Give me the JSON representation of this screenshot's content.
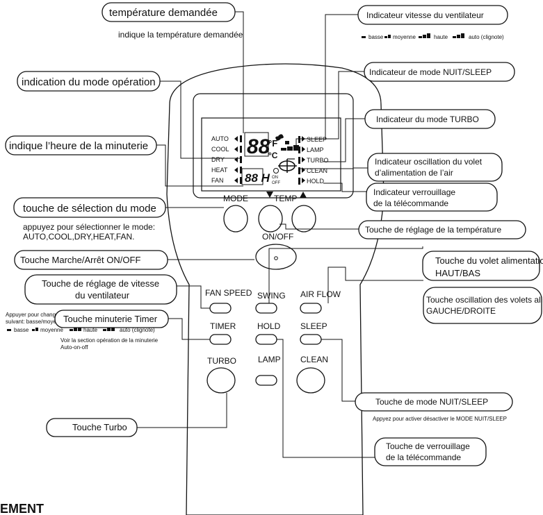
{
  "callouts": {
    "temp_requested": "température demandée",
    "temp_requested_desc": "indique la température demandée",
    "op_mode": "indication du mode opération",
    "timer_time": "indique l’heure de la minuterie",
    "mode_select": "touche de sélection du mode",
    "mode_select_desc1": "appuyez pour sélectionner le mode:",
    "mode_select_desc2": "AUTO,COOL,DRY,HEAT,FAN.",
    "on_off": "Touche Marche/Arrêt ON/OFF",
    "fan_speed_1": "Touche de réglage de vitesse",
    "fan_speed_2": "du ventilateur",
    "fan_speed_desc1": "Appuyer pour changer la vitesse du ventilateur dans l’orde",
    "fan_speed_desc2": "suivant: basse/moyenne/haute/auto",
    "timer": "Touche minuterie Timer",
    "timer_desc1": "Voir la section opération de la minuterie",
    "timer_desc2": "Auto-on-off",
    "turbo": "Touche Turbo",
    "fan_indicator": "Indicateur vitesse du ventilateur",
    "sleep_indicator": "Indicateur de mode NUIT/SLEEP",
    "turbo_indicator": "Indicateur du mode TURBO",
    "swing_indicator_1": "Indicateur oscillation du volet",
    "swing_indicator_2": "d’alimentation de l’air",
    "lock_indicator_1": "Indicateur verrouillage",
    "lock_indicator_2": "de la télécommande",
    "temp_adjust": "Touche de réglage de la température",
    "updown_1": "Touche du volet alimentation",
    "updown_2": "HAUT/BAS",
    "leftright_1": "Touche oscillation des volets alimentation",
    "leftright_2": "GAUCHE/DROITE",
    "sleep_key": "Touche de mode NUIT/SLEEP",
    "sleep_key_desc": "Appyez pour activer désactiver le MODE NUIT/SLEEP",
    "lock_key_1": "Touche de verrouillage",
    "lock_key_2": "de la télécommande"
  },
  "fan_levels": {
    "low": "basse",
    "medium": "moyenne",
    "high": "haute",
    "auto": "auto (clignote)"
  },
  "display": {
    "modes": [
      "AUTO",
      "COOL",
      "DRY",
      "HEAT",
      "FAN"
    ],
    "status": [
      "SLEEP",
      "LAMP",
      "TURBO",
      "CLEAN",
      "HOLD"
    ],
    "temp_digits": "88",
    "unit_f": "°F",
    "unit_c": "°C",
    "timer_digits": "88 H",
    "on": "ON",
    "off": "OFF"
  },
  "buttons": {
    "mode": "MODE",
    "temp": "TEMP",
    "on_off": "ON/OFF",
    "fan_speed": "FAN SPEED",
    "swing": "SWING",
    "air_flow": "AIR FLOW",
    "timer": "TIMER",
    "hold": "HOLD",
    "sleep": "SLEEP",
    "turbo": "TURBO",
    "lamp": "LAMP",
    "clean": "CLEAN"
  },
  "section_heading": "EMENT"
}
